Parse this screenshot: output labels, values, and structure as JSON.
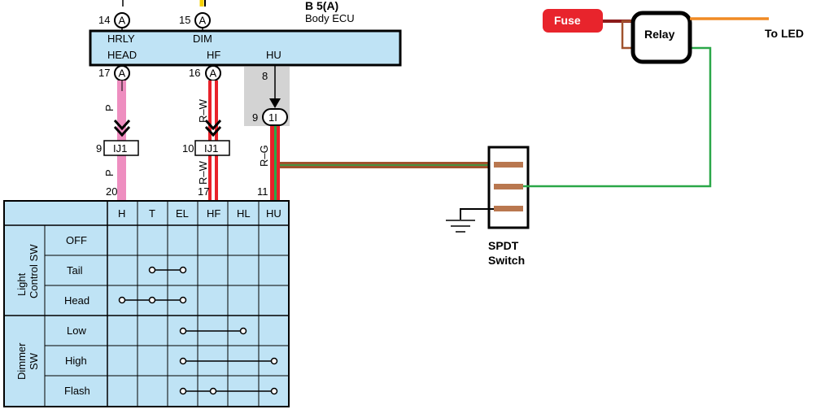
{
  "ecu": {
    "connector_id": "B 5(A)",
    "name": "Body ECU",
    "top_pins": [
      {
        "num": "14",
        "conn": "A"
      },
      {
        "num": "15",
        "conn": "A"
      }
    ],
    "labels_top": [
      "HRLY",
      "DIM"
    ],
    "labels_bottom": [
      "HEAD",
      "HF",
      "HU"
    ],
    "bottom_pins": [
      {
        "num": "17",
        "conn": "A"
      },
      {
        "num": "16",
        "conn": "A"
      }
    ],
    "hu_pin": "8"
  },
  "wires": {
    "p": "P",
    "rw": "R–W",
    "rg": "R–G"
  },
  "junctions": {
    "ij1_left": {
      "pin": "9",
      "label": "IJ1"
    },
    "ij1_right": {
      "pin": "10",
      "label": "IJ1"
    },
    "i1": {
      "pin": "9",
      "label": "1I"
    }
  },
  "switch_pins": [
    "20",
    "17",
    "11"
  ],
  "table": {
    "columns": [
      "H",
      "T",
      "EL",
      "HF",
      "HL",
      "HU"
    ],
    "groups": [
      {
        "name": "Light Control SW",
        "line1": "Light",
        "line2": "Control SW",
        "rows": [
          "OFF",
          "Tail",
          "Head"
        ]
      },
      {
        "name": "Dimmer SW",
        "line1": "Dimmer",
        "line2": "SW",
        "rows": [
          "Low",
          "High",
          "Flash"
        ]
      }
    ],
    "connections": {
      "OFF": [],
      "Tail": [
        "T",
        "EL"
      ],
      "Head": [
        "H",
        "T",
        "EL"
      ],
      "Low": [
        "EL",
        "HL"
      ],
      "High": [
        "EL",
        "HU"
      ],
      "Flash": [
        "EL",
        "HF",
        "HU"
      ]
    }
  },
  "spdt": {
    "line1": "SPDT",
    "line2": "Switch"
  },
  "fuse": {
    "label": "Fuse"
  },
  "relay": {
    "label": "Relay"
  },
  "output": {
    "label": "To LED"
  },
  "colors": {
    "ecu_fill": "#bfe3f5",
    "pink_wire": "#ee8ec0",
    "red_wire": "#e8222a",
    "green_wire": "#2aa748",
    "brown_wire": "#a0522d",
    "orange_wire": "#f08a24",
    "fuse_red": "#e8242c",
    "contact_brown": "#b9774f",
    "gray_box": "#d3d3d3",
    "yellow_wire": "#f5d000"
  }
}
